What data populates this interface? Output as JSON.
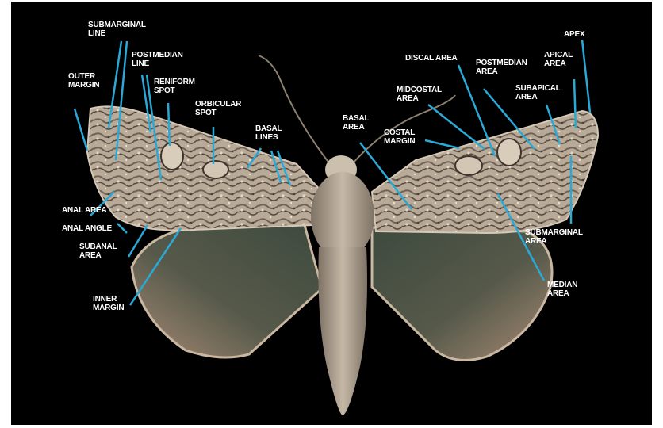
{
  "colors": {
    "background": "#000000",
    "label_text": "#ffffff",
    "leader_line": "#2aa8d6"
  },
  "labels": {
    "submarginal_line_left": "SUBMARGINAL\nLINE",
    "outer_margin": "OUTER\nMARGIN",
    "postmedian_line": "POSTMEDIAN\nLINE",
    "reniform_spot": "RENIFORM\nSPOT",
    "orbicular_spot": "ORBICULAR\nSPOT",
    "basal_lines": "BASAL\nLINES",
    "anal_area": "ANAL AREA",
    "anal_angle": "ANAL ANGLE",
    "subanal_area": "SUBANAL\nAREA",
    "inner_margin": "INNER\nMARGIN",
    "basal_area": "BASAL\nAREA",
    "discal_area": "DISCAL AREA",
    "midcostal_area": "MIDCOSTAL\nAREA",
    "costal_margin": "COSTAL\nMARGIN",
    "postmedian_area": "POSTMEDIAN\nAREA",
    "apex": "APEX",
    "apical_area": "APICAL\nAREA",
    "subapical_area": "SUBAPICAL\nAREA",
    "submarginal_area": "SUBMARGINAL\nAREA",
    "median_area": "MEDIAN\nAREA"
  }
}
